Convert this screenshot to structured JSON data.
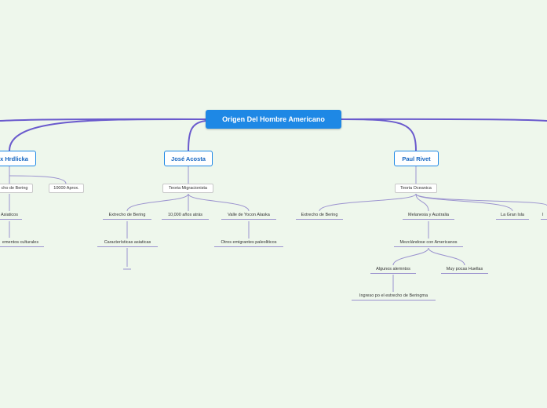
{
  "root": {
    "label": "Origen Del Hombre Americano"
  },
  "branches": {
    "hrdlicka": {
      "label": "x Hrdlicka",
      "children": {
        "bering_partial": "cho de Bering",
        "years": "10000 Aprox.",
        "asiaticos": "Asiaticos",
        "elementos": "ementos culturales"
      }
    },
    "acosta": {
      "label": "José Acosta",
      "teoria": "Teoria Migracionista",
      "children": {
        "bering": "Extrecho de Bering",
        "years": "10,000 años atrás",
        "yocon": "Valle de Yocon Alaska",
        "caracteristicas": "Características asiaticas",
        "otros": "Otros emigrantes paleoliticos"
      }
    },
    "rivet": {
      "label": "Paul Rivet",
      "teoria": "Teoria Oceanica",
      "children": {
        "bering": "Extrecho de Bering",
        "melanesia": "Melanesia y Australia",
        "gran_isla": "La Gran Isla",
        "edge_partial": "I",
        "mezclandose": "Mezclándose con Americanos",
        "algunos": "Algunos alemntos",
        "huellas": "Muy pocas Huellas",
        "ingreso": "Ingreso po el estrecho de Beringma"
      }
    }
  },
  "colors": {
    "background": "#eef7ec",
    "root_fill": "#1e88e5",
    "branch_border": "#1e88e5",
    "main_link": "#6a5acd",
    "sub_link": "#9b93cf"
  }
}
